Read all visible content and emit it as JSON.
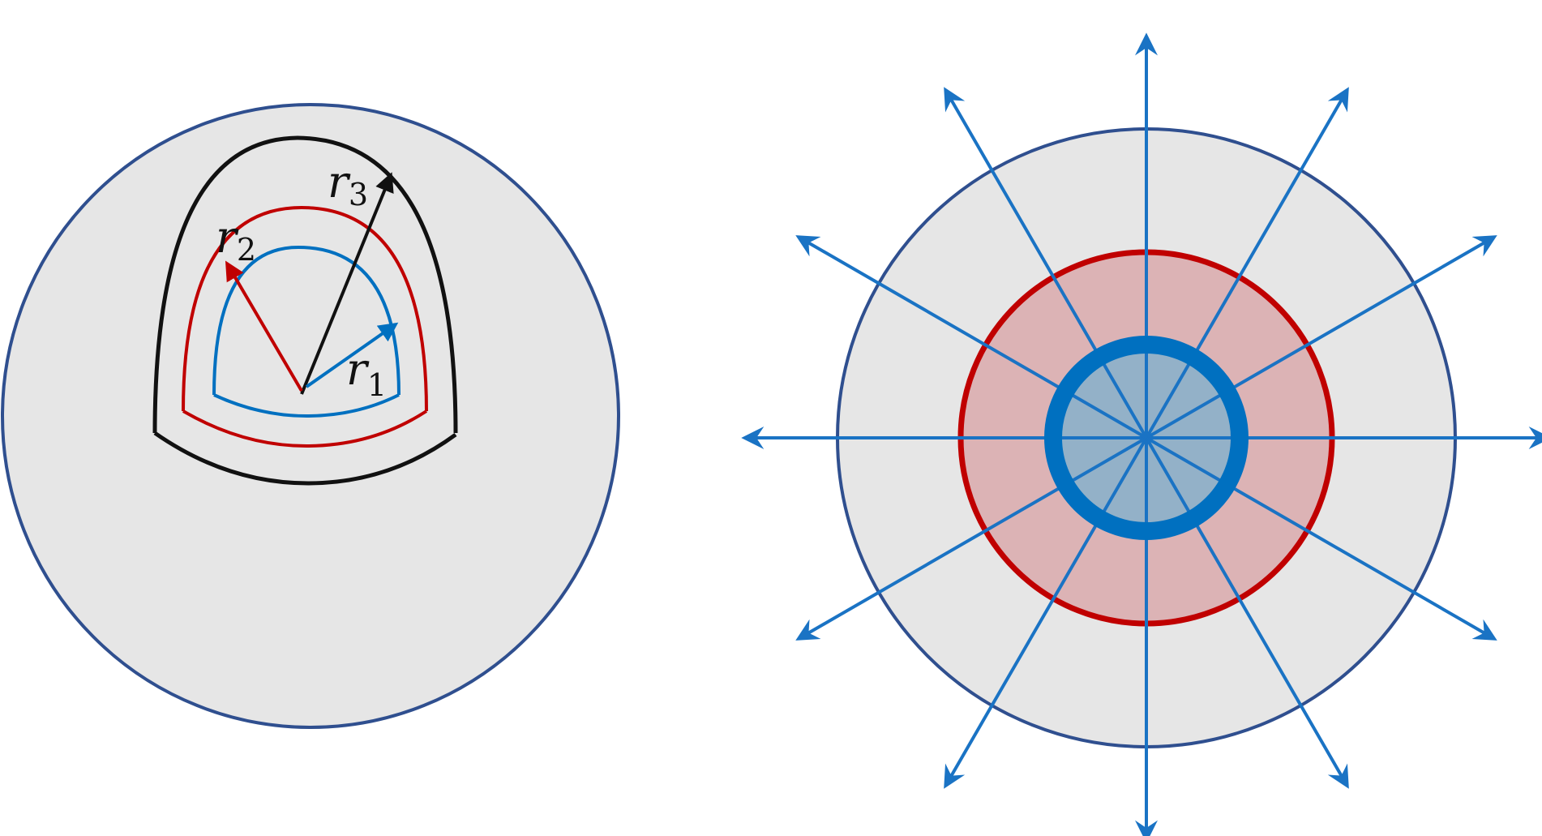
{
  "left_panel": {
    "labels": [
      {
        "var": "r",
        "sub": "3"
      },
      {
        "var": "r",
        "sub": "2"
      },
      {
        "var": "r",
        "sub": "1"
      }
    ]
  },
  "right_panel": {
    "ray_count": 12
  },
  "colors": {
    "disk_fill": "#e6e6e6",
    "disk_stroke": "#2f4f8f",
    "black": "#111111",
    "red": "#c00000",
    "blue": "#0070c0",
    "pink_fill": "#dcb3b5",
    "core_fill": "#93b1c8",
    "arrow_blue": "#1a73c4"
  }
}
